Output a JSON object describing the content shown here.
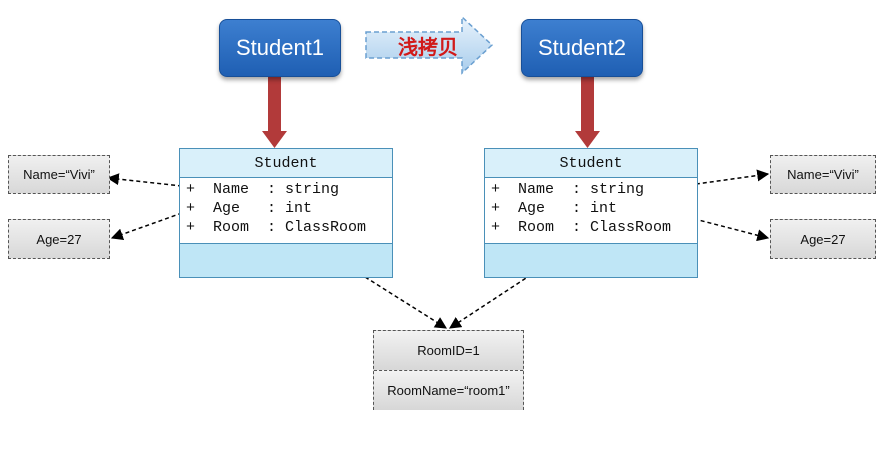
{
  "objects": {
    "student1": "Student1",
    "student2": "Student2"
  },
  "copy_label": "浅拷贝",
  "class_left": {
    "title": "Student",
    "attrs": [
      "+  Name  : string",
      "+  Age   : int",
      "+  Room  : ClassRoom"
    ]
  },
  "class_right": {
    "title": "Student",
    "attrs": [
      "+  Name  : string",
      "+  Age   : int",
      "+  Room  : ClassRoom"
    ]
  },
  "left_values": {
    "name": "Name=“Vivi”",
    "age": "Age=27"
  },
  "right_values": {
    "name": "Name=“Vivi”",
    "age": "Age=27"
  },
  "room": {
    "id": "RoomID=1",
    "name": "RoomName=“room1”"
  },
  "colors": {
    "object_fill": "#2a6cc2",
    "class_fill": "#d9f0fa",
    "ref_arrow": "#b23a3a",
    "copy_text": "#d11a1a"
  }
}
